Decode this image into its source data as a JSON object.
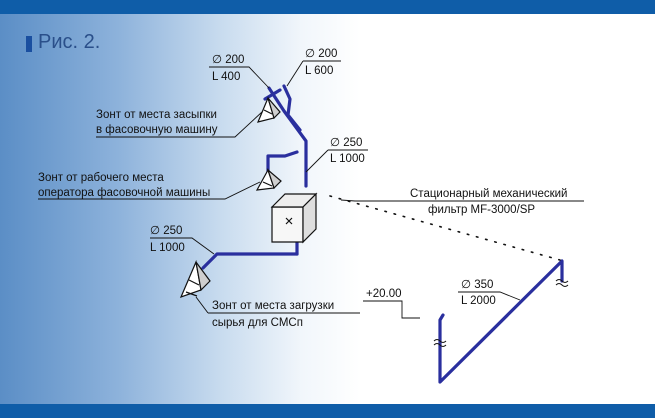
{
  "figure": {
    "title": "Рис. 2."
  },
  "colors": {
    "band": "#0f5da8",
    "pipe": "#2a2f9e",
    "title": "#2a4f8a"
  },
  "labels": {
    "duct1": {
      "dia": "∅ 200",
      "len": "L 400"
    },
    "duct2": {
      "dia": "∅ 200",
      "len": "L 600"
    },
    "duct3": {
      "dia": "∅ 250",
      "len": "L 1000"
    },
    "duct4": {
      "dia": "∅ 250",
      "len": "L 1000"
    },
    "duct5": {
      "dia": "∅ 350",
      "len": "L 2000"
    },
    "hood_fill": {
      "line1": "Зонт от места засыпки",
      "line2": "в фасовочную машину"
    },
    "hood_operator": {
      "line1": "Зонт от рабочего места",
      "line2": "оператора фасовочной машины"
    },
    "hood_load": {
      "line1": "Зонт от места загрузки",
      "line2": "сырья для СМСп"
    },
    "filter": {
      "line1": "Стационарный механический",
      "line2": "фильтр MF-3000/SP"
    },
    "elevation": "+20.00"
  }
}
